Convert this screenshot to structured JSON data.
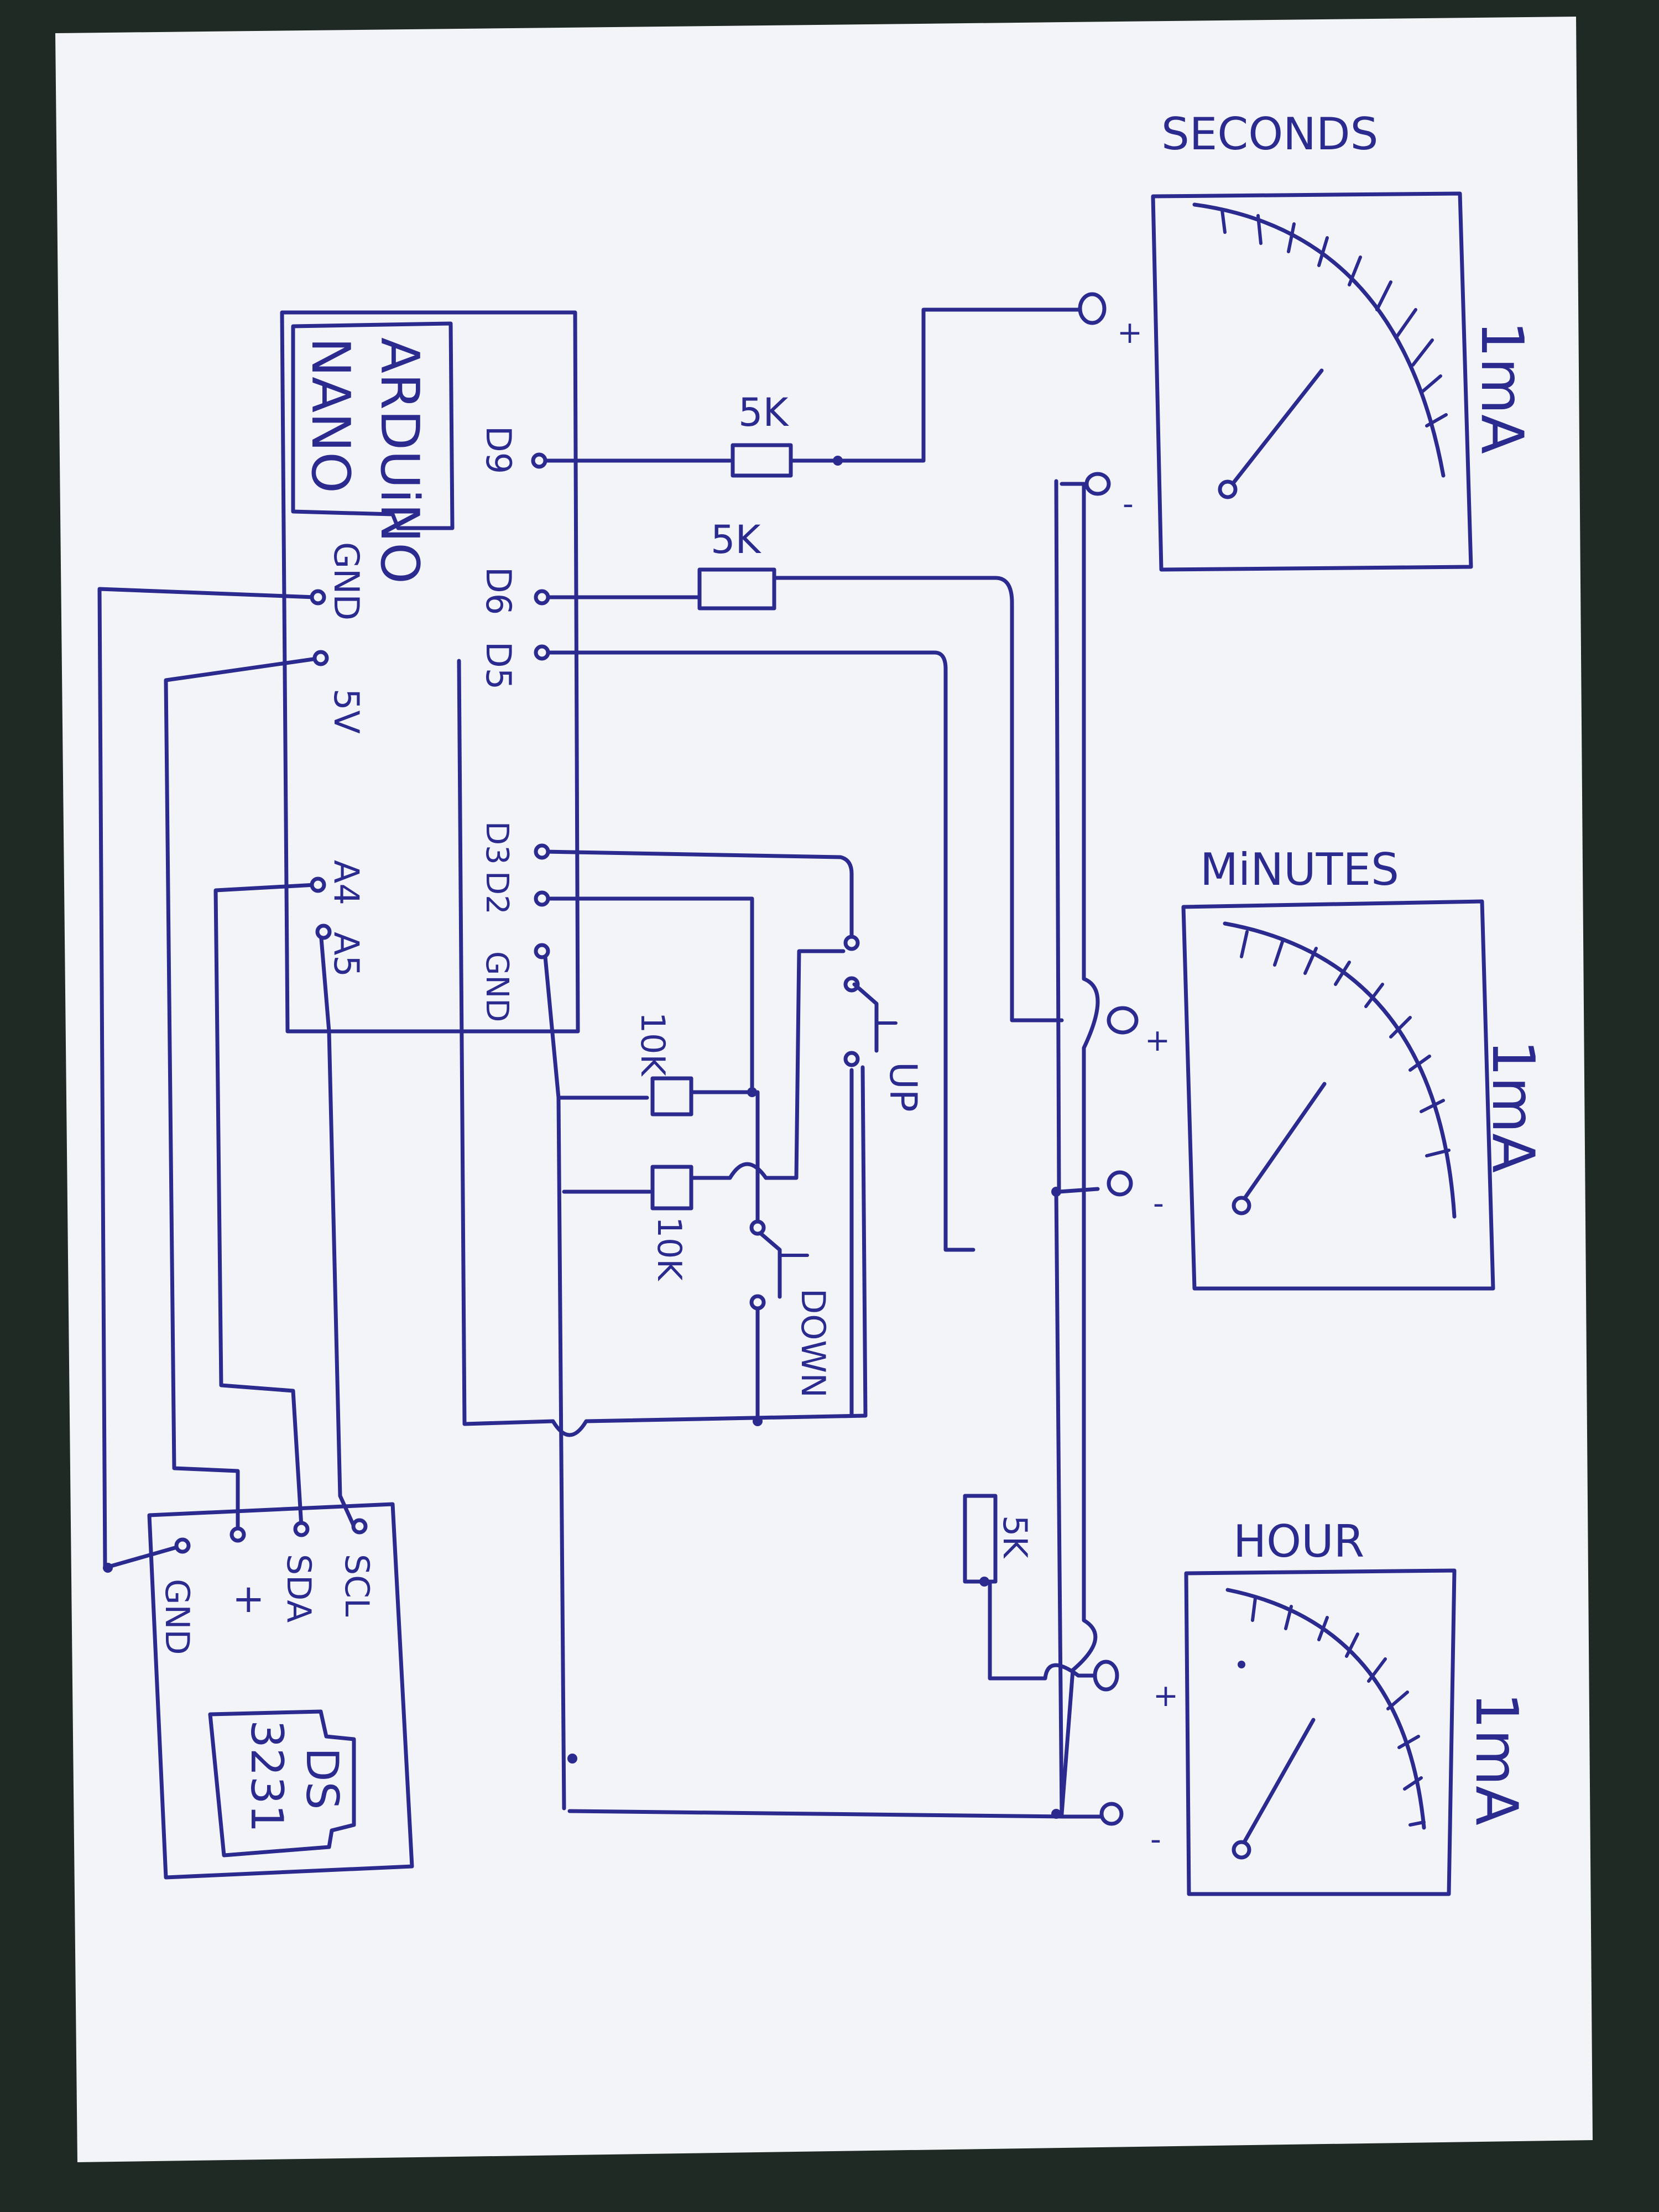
{
  "colors": {
    "ink": "#2b2a8e",
    "paper": "#f3f4f8",
    "background": "#1f2a24"
  },
  "arduino": {
    "line1": "ARDUiNO",
    "line2": "NANO"
  },
  "pins": {
    "d9": "D9",
    "d6": "D6",
    "d5": "D5",
    "gnd_top": "GND",
    "v5": "5V",
    "a4": "A4",
    "a5": "A5",
    "d3": "D3",
    "d2": "D2",
    "gnd_bottom": "GND"
  },
  "resistors": {
    "r_seconds": "5K",
    "r_minutes": "5K",
    "r_hour": "5K",
    "r_up": "10K",
    "r_down": "10K"
  },
  "buttons": {
    "up": "UP",
    "down": "DOWN"
  },
  "rtc": {
    "chip_line1": "DS",
    "chip_line2": "3231",
    "scl": "SCL",
    "sda": "SDA",
    "plus": "+",
    "gnd": "GND"
  },
  "meters": {
    "seconds": {
      "title": "SECONDS",
      "range": "1mA",
      "plus": "+",
      "minus": "-"
    },
    "minutes": {
      "title": "MiNUTES",
      "range": "1mA",
      "plus": "+",
      "minus": "-"
    },
    "hour": {
      "title": "HOUR",
      "range": "1mA",
      "plus": "+",
      "minus": "-"
    }
  }
}
